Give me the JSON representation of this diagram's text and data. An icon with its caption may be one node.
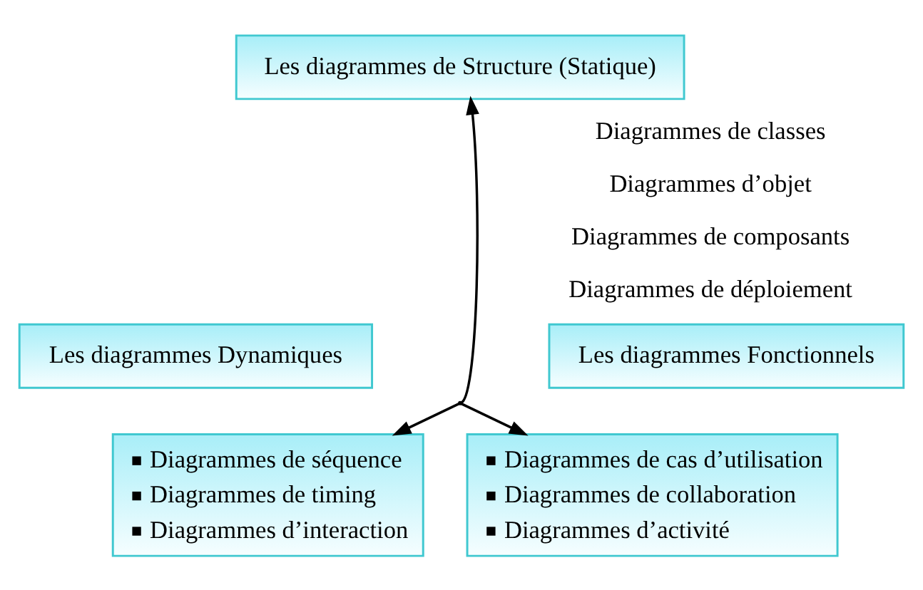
{
  "diagram": {
    "nodes": [
      {
        "text": [
          "Les diagrammes de Structure (Statique)"
        ]
      },
      {
        "text": [
          "Les diagrammes Dynamiques"
        ]
      },
      {
        "text": [
          "Les diagrammes Fonctionnels"
        ]
      },
      {
        "text": [],
        "shape": "point"
      },
      {
        "text": [
          "Diagrammes de séquence",
          "Diagrammes de timing",
          "Diagrammes d’interaction"
        ]
      },
      {
        "text": [
          "Diagrammes de cas d’utilisation",
          "Diagrammes de collaboration",
          "Diagrammes d’activité"
        ]
      }
    ],
    "edges": [
      {
        "from": 3,
        "to": 0,
        "arrow": "to"
      },
      {
        "from": 3,
        "to": 4,
        "arrow": "to"
      },
      {
        "from": 3,
        "to": 5,
        "arrow": "to"
      }
    ],
    "labels": [
      "Diagrammes de classes",
      "Diagrammes d’objet",
      "Diagrammes de composants",
      "Diagrammes de déploiement"
    ]
  }
}
